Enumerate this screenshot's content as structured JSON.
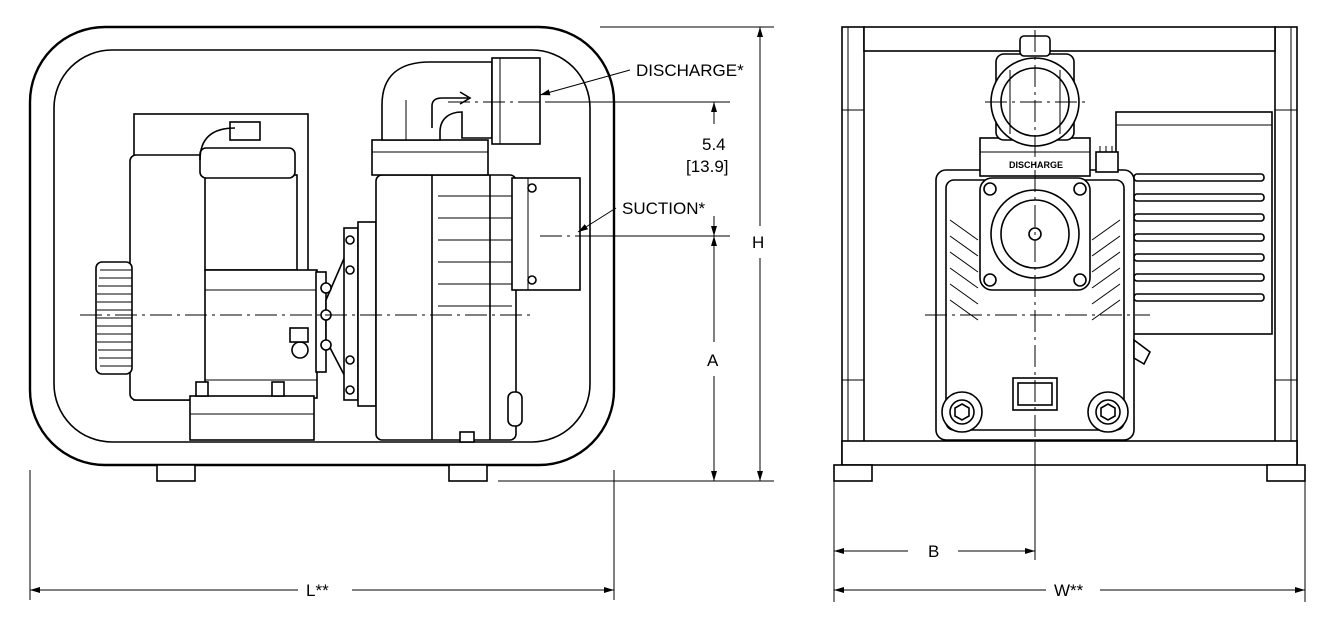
{
  "labels": {
    "discharge": "DISCHARGE*",
    "suction": "SUCTION*",
    "offset_in": "5.4",
    "offset_cm": "[13.9]",
    "height": "H",
    "dim_a": "A",
    "length": "L**",
    "dim_b": "B",
    "width": "W**",
    "discharge_plate": "DISCHARGE"
  }
}
